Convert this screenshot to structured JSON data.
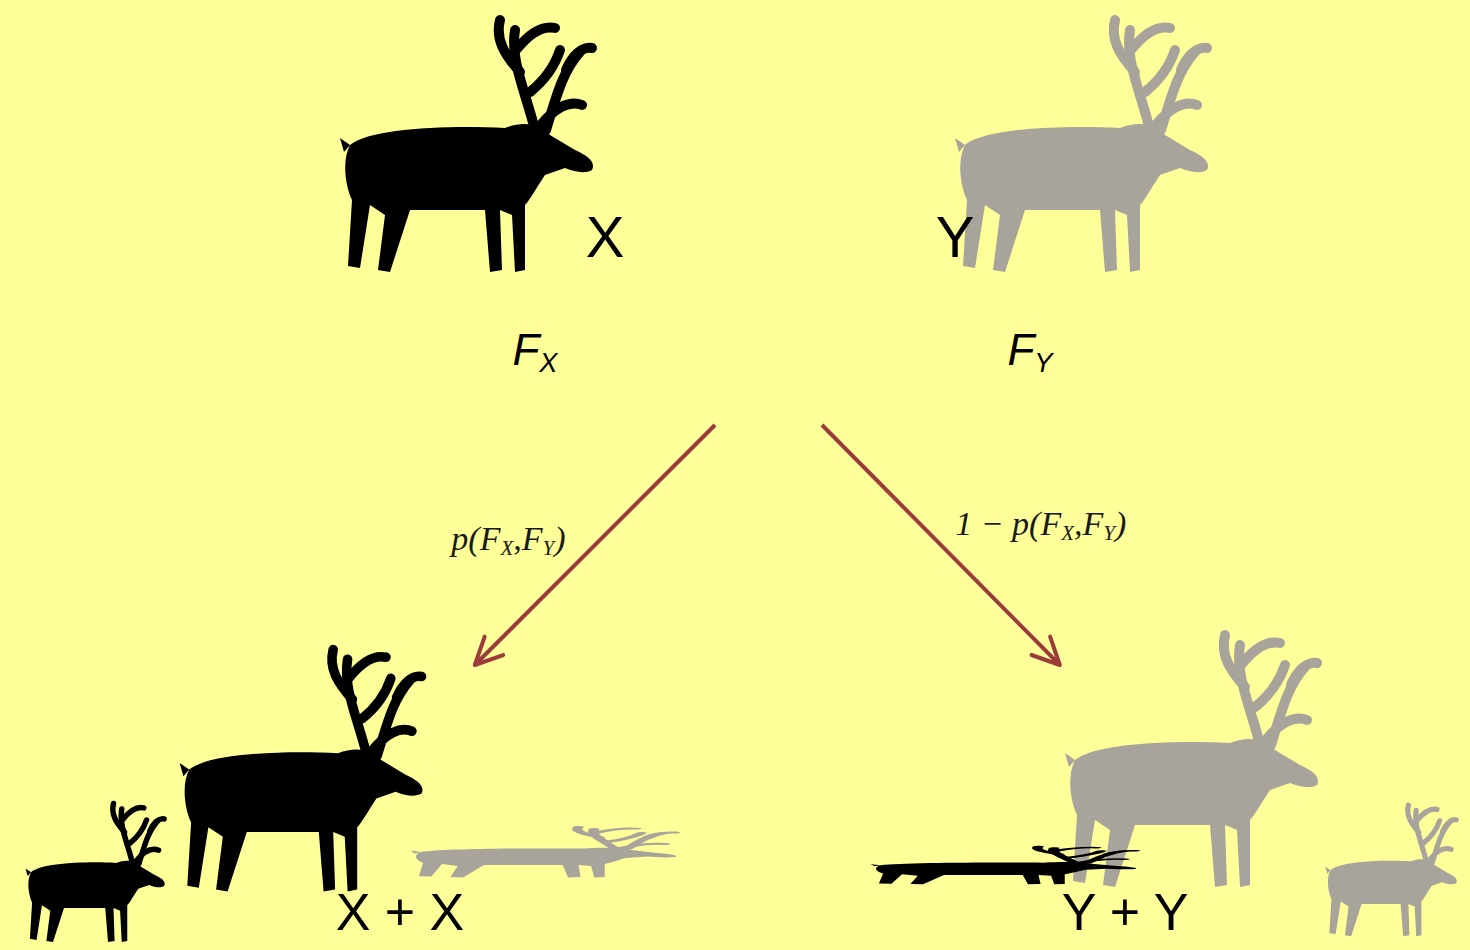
{
  "diagram": {
    "nodes": [
      {
        "text": [
          "X",
          "FX"
        ]
      },
      {
        "text": [
          "Y",
          "FY"
        ]
      },
      {
        "text": [
          "X + X"
        ]
      },
      {
        "text": [
          "Y + Y"
        ]
      }
    ],
    "edges": [
      {
        "from": 0,
        "to": 2,
        "label": "p(FX,FY)",
        "arrow": "to"
      },
      {
        "from": 1,
        "to": 3,
        "label": "1 − p(FX,FY)",
        "arrow": "to"
      }
    ]
  }
}
